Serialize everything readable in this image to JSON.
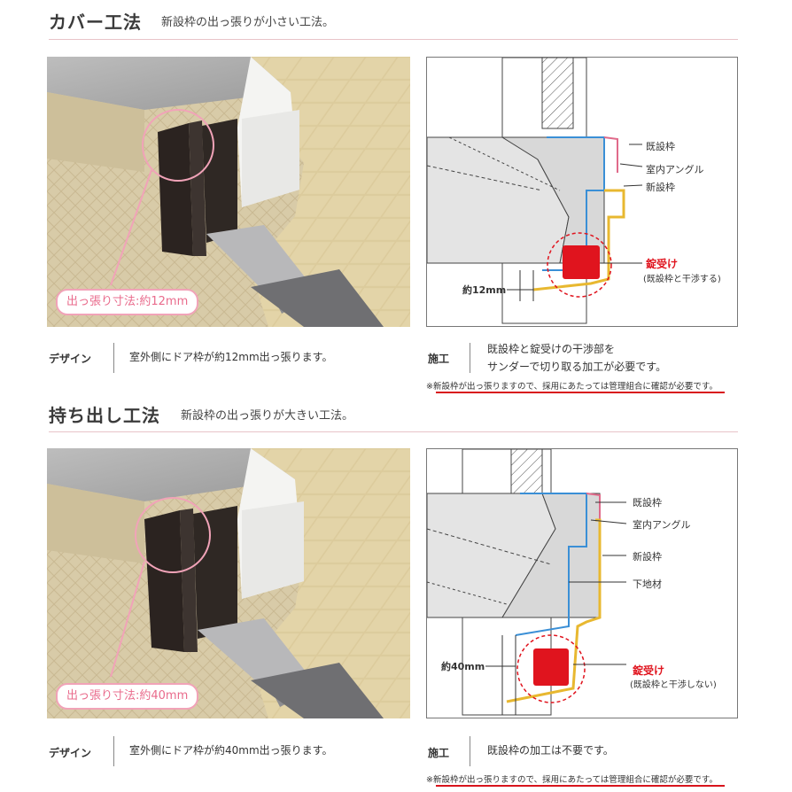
{
  "sections": [
    {
      "title": "カバー工法",
      "subtitle": "新設枠の出っ張りが小さい工法。",
      "badge": "出っ張り寸法:約12mm",
      "design_label": "デザイン",
      "design_text": "室外側にドア枠が約12mm出っ張ります。",
      "construction_label": "施工",
      "construction_text_1": "既設枠と錠受けの干渉部を",
      "construction_text_2": "サンダーで切り取る加工が必要です。",
      "note": "※新設枠が出っ張りますので、採用にあたっては管理組合に確認が必要です。",
      "diagram": {
        "label_existing": "既設枠",
        "label_angle": "室内アングル",
        "label_new": "新設枠",
        "label_strike": "錠受け",
        "label_strike_note": "(既設枠と干渉する)",
        "dimension": "約12mm"
      }
    },
    {
      "title": "持ち出し工法",
      "subtitle": "新設枠の出っ張りが大きい工法。",
      "badge": "出っ張り寸法:約40mm",
      "design_label": "デザイン",
      "design_text": "室外側にドア枠が約40mm出っ張ります。",
      "construction_label": "施工",
      "construction_text_1": "既設枠の加工は不要です。",
      "note": "※新設枠が出っ張りますので、採用にあたっては管理組合に確認が必要です。",
      "diagram": {
        "label_existing": "既設枠",
        "label_angle": "室内アングル",
        "label_new": "新設枠",
        "label_base": "下地材",
        "label_strike": "錠受け",
        "label_strike_note": "(既設枠と干渉しない)",
        "dimension": "約40mm"
      }
    }
  ],
  "colors": {
    "rule": "#e8c4c8",
    "badge_border": "#f1a3b8",
    "badge_text": "#e96b8c",
    "strike_red": "#e0141e",
    "note_underline": "#d8141c",
    "new_frame_yellow": "#e8b830"
  }
}
